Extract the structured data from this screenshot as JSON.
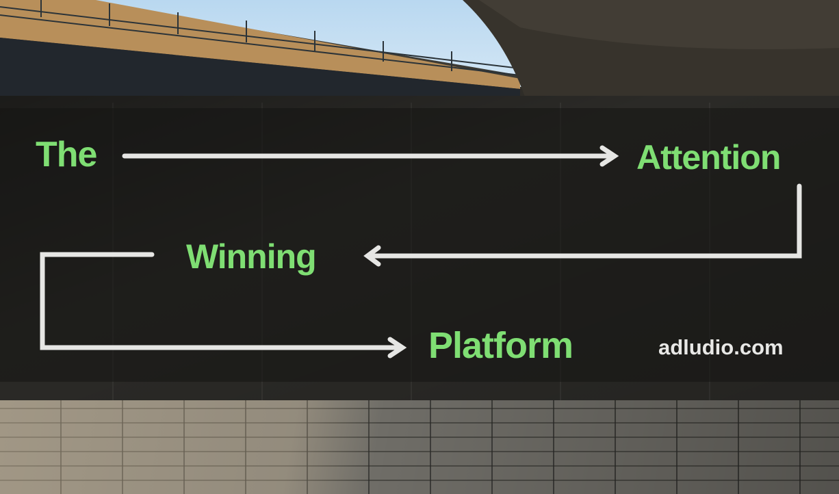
{
  "billboard": {
    "word_1": "The",
    "word_2": "Attention",
    "word_3": "Winning",
    "word_4": "Platform",
    "brand": "adludio.com"
  },
  "colors": {
    "accent_green": "#7fde73",
    "arrow_white": "#e6e6e4",
    "wall": "#2b2a27",
    "sky": "#cfe4f4"
  }
}
